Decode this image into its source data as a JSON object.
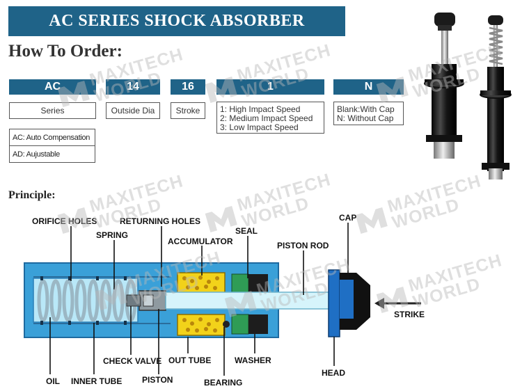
{
  "title": "AC SERIES SHOCK ABSORBER",
  "how_to_order": "How To Order:",
  "order_codes": [
    {
      "code": "AC",
      "desc": "Series"
    },
    {
      "code": "14",
      "desc": "Outside Dia"
    },
    {
      "code": "16",
      "desc": "Stroke"
    },
    {
      "code": "1",
      "desc_lines": [
        "1: High Impact Speed",
        "2: Medium Impact Speed",
        "3: Low Impact Speed"
      ]
    },
    {
      "code": "N",
      "desc_lines": [
        "Blank:With Cap",
        "N: Without Cap"
      ]
    }
  ],
  "series_options": [
    "AC: Auto Compensation",
    "AD: Aujustable"
  ],
  "principle": "Principle:",
  "labels": {
    "orifice_holes": "ORIFICE HOLES",
    "returning_holes": "RETURNING HOLES",
    "spring": "SPRING",
    "accumulator": "ACCUMULATOR",
    "seal": "SEAL",
    "piston_rod": "PISTON ROD",
    "cap": "CAP",
    "strike": "STRIKE",
    "check_valve": "CHECK VALVE",
    "out_tube": "OUT TUBE",
    "washer": "WASHER",
    "oil": "OIL",
    "inner_tube": "INNER TUBE",
    "piston": "PISTON",
    "bearing": "BEARING",
    "head": "HEAD"
  },
  "watermark": {
    "line1": "MAXITECH",
    "line2": "WORLD"
  },
  "colors": {
    "brand_blue": "#1f6388",
    "outer_tube": "#3aa0d8",
    "inner_fill": "#b9e8f8",
    "accumulator": "#f2d21a",
    "seal_green": "#2f9c55",
    "head_blue": "#1f6fc4",
    "watermark": "#b9b9b9"
  }
}
